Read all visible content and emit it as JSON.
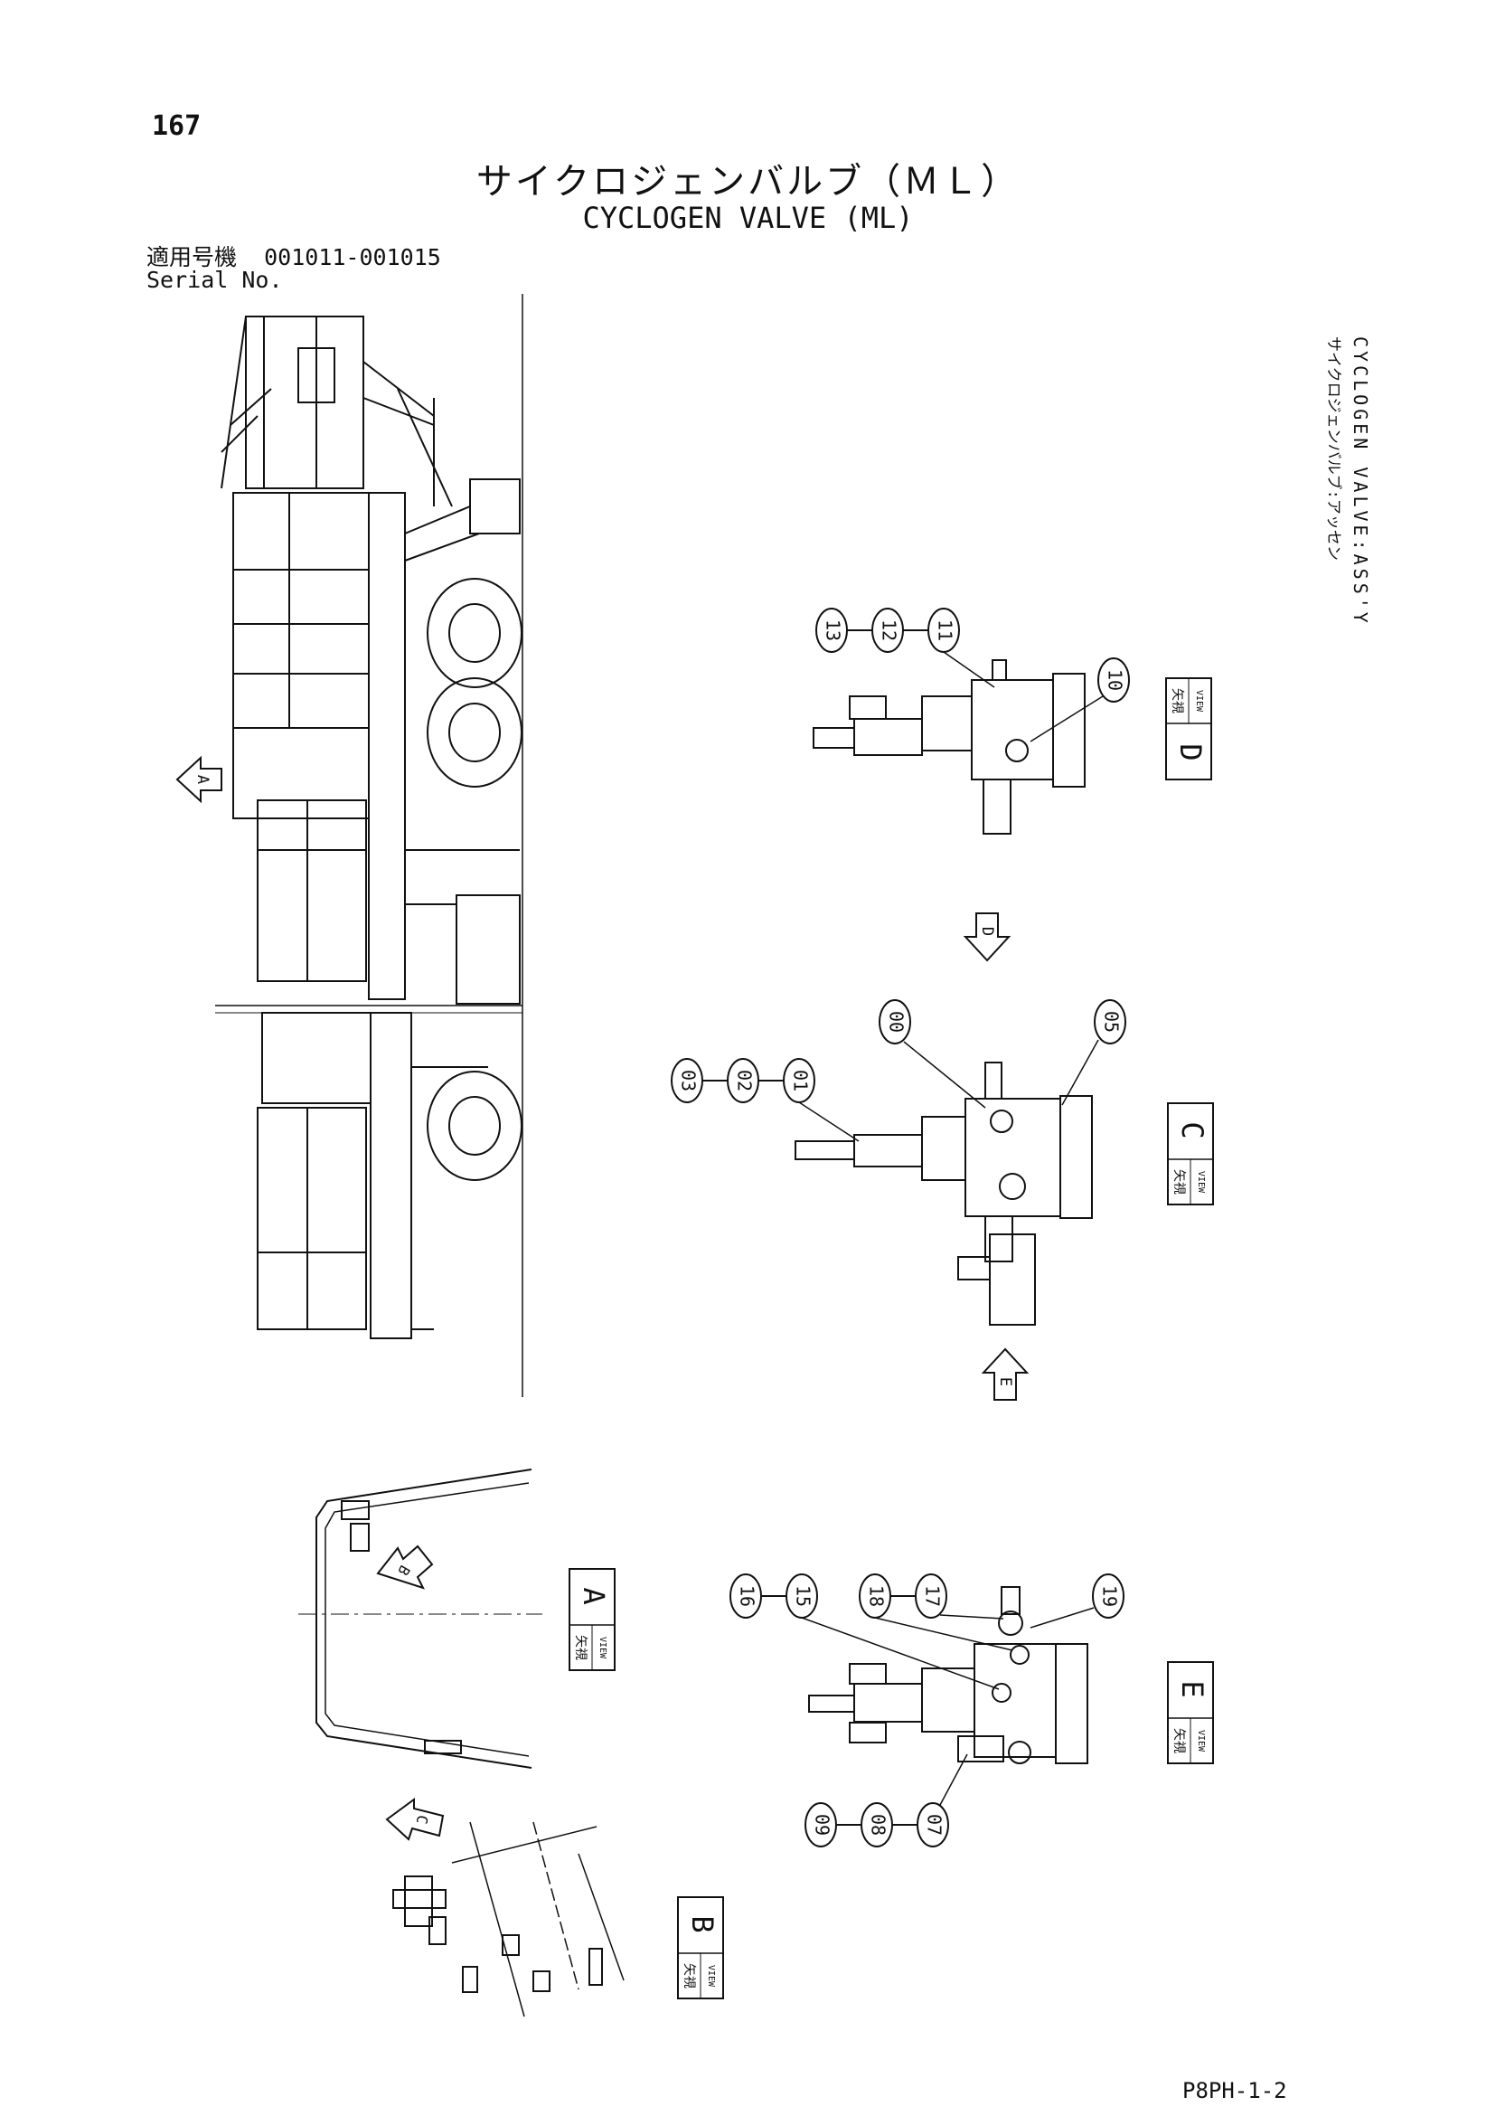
{
  "page_number": "167",
  "title": {
    "jp": "サイクロジェンバルブ（ＭＬ）",
    "en": "CYCLOGEN VALVE (ML)"
  },
  "serial": {
    "label_jp": "適用号機",
    "label_en": "Serial No.",
    "range": "001011-001015"
  },
  "side_label": {
    "jp": "サイクロジェンバルブ:アッセン",
    "en": "CYCLOGEN VALVE:ASS'Y"
  },
  "footer_code": "P8PH-1-2",
  "views": {
    "jp_label": "矢視",
    "en_label": "VIEW",
    "a": "A",
    "b": "B",
    "c": "C",
    "d": "D",
    "e": "E"
  },
  "arrows": {
    "a": "A",
    "b": "B",
    "c": "C",
    "d": "D",
    "e": "E"
  },
  "balloons": {
    "view_d": [
      "13",
      "12",
      "11",
      "10"
    ],
    "view_c": [
      "03",
      "02",
      "01",
      "00",
      "05"
    ],
    "view_e_top": [
      "16",
      "15",
      "18",
      "17",
      "19"
    ],
    "view_e_bottom": [
      "09",
      "08",
      "07"
    ]
  }
}
